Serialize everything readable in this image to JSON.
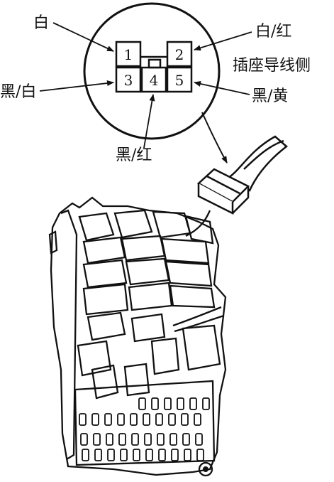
{
  "connector": {
    "pins": [
      {
        "id": "pin-1",
        "number": "1"
      },
      {
        "id": "pin-2",
        "number": "2"
      },
      {
        "id": "pin-3",
        "number": "3"
      },
      {
        "id": "pin-4",
        "number": "4"
      },
      {
        "id": "pin-5",
        "number": "5"
      }
    ],
    "side_label": "插座导线侧"
  },
  "wires": {
    "pin1": "白",
    "pin2": "白/红",
    "pin3": "黑/白",
    "pin4": "黑/红",
    "pin5": "黑/黄"
  }
}
